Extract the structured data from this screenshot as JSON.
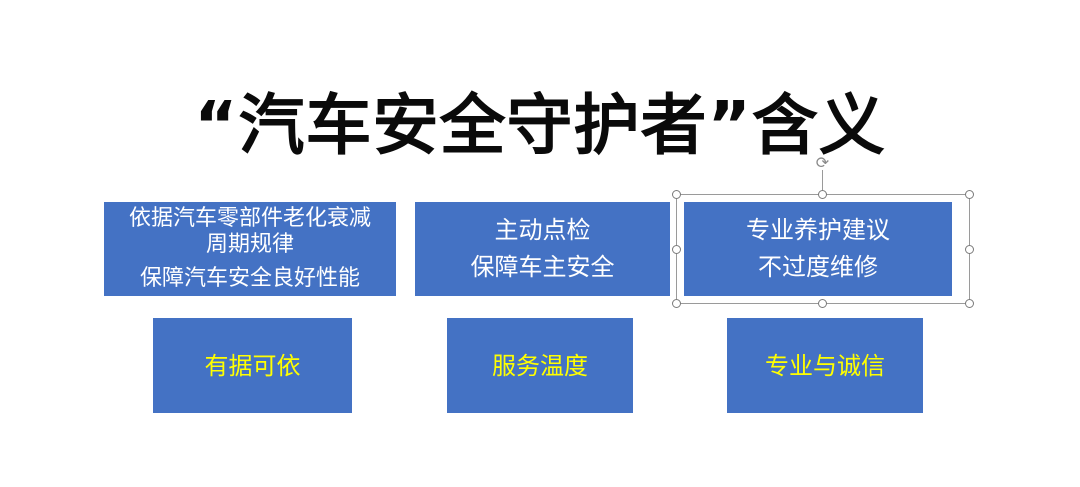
{
  "slide": {
    "title": "“汽车安全守护者”含义",
    "top_boxes": [
      {
        "lines": [
          "依据汽车零部件老化衰减",
          "周期规律",
          "保障汽车安全良好性能"
        ]
      },
      {
        "lines": [
          "主动点检",
          "保障车主安全"
        ]
      },
      {
        "lines": [
          "专业养护建议",
          "不过度维修"
        ]
      }
    ],
    "bottom_boxes": [
      {
        "label": "有据可依"
      },
      {
        "label": "服务温度"
      },
      {
        "label": "专业与诚信"
      }
    ]
  },
  "selection": {
    "rotate_icon": "rotate-icon",
    "rotate_glyph": "⟳"
  },
  "colors": {
    "box_fill": "#4472c4",
    "box_text": "#ffffff",
    "keyword_text": "#ffff00",
    "title_text": "#0a0a0a",
    "selection_border": "#9a9a9a"
  }
}
